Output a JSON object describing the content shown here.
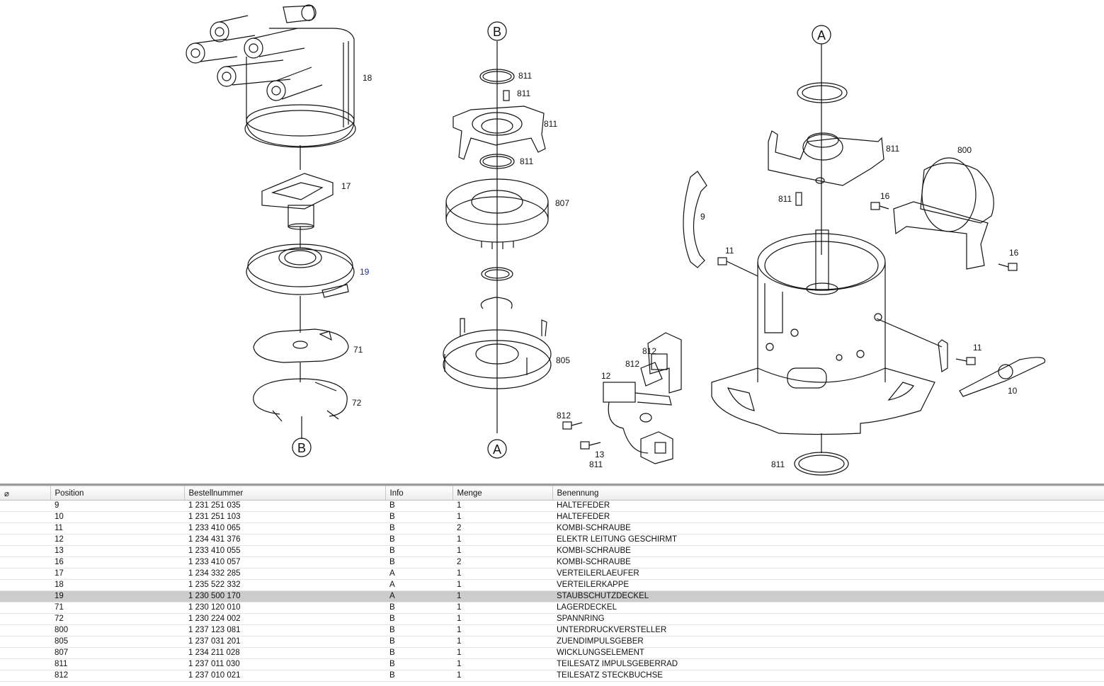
{
  "diagram": {
    "part_labels": [
      "18",
      "17",
      "19",
      "71",
      "72",
      "811",
      "811",
      "811",
      "811",
      "807",
      "805",
      "812",
      "812",
      "12",
      "812",
      "13",
      "811",
      "9",
      "11",
      "811",
      "811",
      "800",
      "16",
      "16",
      "11",
      "10",
      "811"
    ],
    "reference_markers": [
      "B",
      "B",
      "A",
      "A"
    ]
  },
  "table": {
    "columns": [
      "⌀",
      "Position",
      "Bestellnummer",
      "Info",
      "Menge",
      "Benennung"
    ],
    "rows": [
      {
        "position": "9",
        "bestellnummer": "1 231 251 035",
        "info": "B",
        "menge": "1",
        "benennung": "HALTEFEDER"
      },
      {
        "position": "10",
        "bestellnummer": "1 231 251 103",
        "info": "B",
        "menge": "1",
        "benennung": "HALTEFEDER"
      },
      {
        "position": "11",
        "bestellnummer": "1 233 410 065",
        "info": "B",
        "menge": "2",
        "benennung": "KOMBI-SCHRAUBE"
      },
      {
        "position": "12",
        "bestellnummer": "1 234 431 376",
        "info": "B",
        "menge": "1",
        "benennung": "ELEKTR LEITUNG GESCHIRMT"
      },
      {
        "position": "13",
        "bestellnummer": "1 233 410 055",
        "info": "B",
        "menge": "1",
        "benennung": "KOMBI-SCHRAUBE"
      },
      {
        "position": "16",
        "bestellnummer": "1 233 410 057",
        "info": "B",
        "menge": "2",
        "benennung": "KOMBI-SCHRAUBE"
      },
      {
        "position": "17",
        "bestellnummer": "1 234 332 285",
        "info": "A",
        "menge": "1",
        "benennung": "VERTEILERLAEUFER"
      },
      {
        "position": "18",
        "bestellnummer": "1 235 522 332",
        "info": "A",
        "menge": "1",
        "benennung": "VERTEILERKAPPE"
      },
      {
        "position": "19",
        "bestellnummer": "1 230 500 170",
        "info": "A",
        "menge": "1",
        "benennung": "STAUBSCHUTZDECKEL"
      },
      {
        "position": "71",
        "bestellnummer": "1 230 120 010",
        "info": "B",
        "menge": "1",
        "benennung": "LAGERDECKEL"
      },
      {
        "position": "72",
        "bestellnummer": "1 230 224 002",
        "info": "B",
        "menge": "1",
        "benennung": "SPANNRING"
      },
      {
        "position": "800",
        "bestellnummer": "1 237 123 081",
        "info": "B",
        "menge": "1",
        "benennung": "UNTERDRUCKVERSTELLER"
      },
      {
        "position": "805",
        "bestellnummer": "1 237 031 201",
        "info": "B",
        "menge": "1",
        "benennung": "ZUENDIMPULSGEBER"
      },
      {
        "position": "807",
        "bestellnummer": "1 234 211 028",
        "info": "B",
        "menge": "1",
        "benennung": "WICKLUNGSELEMENT"
      },
      {
        "position": "811",
        "bestellnummer": "1 237 011 030",
        "info": "B",
        "menge": "1",
        "benennung": "TEILESATZ IMPULSGEBERRAD"
      },
      {
        "position": "812",
        "bestellnummer": "1 237 010 021",
        "info": "B",
        "menge": "1",
        "benennung": "TEILESATZ STECKBUCHSE"
      }
    ],
    "selected_position": "19"
  }
}
